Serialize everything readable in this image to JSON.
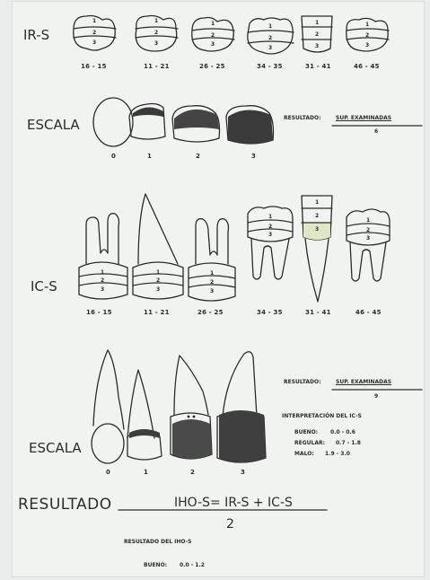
{
  "irs": {
    "title": "IR-S",
    "teeth": [
      {
        "label": "16 - 15",
        "sections": [
          "1",
          "2",
          "3"
        ]
      },
      {
        "label": "11 - 21",
        "sections": [
          "1",
          "2",
          "3"
        ]
      },
      {
        "label": "26 - 25",
        "sections": [
          "1",
          "2",
          "3"
        ]
      },
      {
        "label": "34 - 35",
        "sections": [
          "1",
          "2",
          "3"
        ]
      },
      {
        "label": "31 - 41",
        "sections": [
          "1",
          "2",
          "3"
        ]
      },
      {
        "label": "46 - 45",
        "sections": [
          "1",
          "2",
          "3"
        ]
      }
    ]
  },
  "escala1": {
    "title": "ESCALA",
    "grades": [
      "0",
      "1",
      "2",
      "3"
    ],
    "result_label": "RESULTADO:",
    "result_numerator": "SUP. EXAMINADAS",
    "result_denominator": "6"
  },
  "ics": {
    "title": "IC-S",
    "teeth": [
      {
        "label": "16 - 15",
        "sections": [
          "1",
          "2",
          "3"
        ]
      },
      {
        "label": "11 - 21",
        "sections": [
          "1",
          "2",
          "3"
        ]
      },
      {
        "label": "26 - 25",
        "sections": [
          "1",
          "2",
          "3"
        ]
      },
      {
        "label": "34 - 35",
        "sections": [
          "1",
          "2",
          "3"
        ]
      },
      {
        "label": "31 - 41",
        "sections": [
          "1",
          "2",
          "3"
        ]
      },
      {
        "label": "46 - 45",
        "sections": [
          "1",
          "2",
          "3"
        ]
      }
    ]
  },
  "escala2": {
    "title": "ESCALA",
    "grades": [
      "0",
      "1",
      "2",
      "3"
    ],
    "result_label": "RESULTADO:",
    "result_numerator": "SUP. EXAMINADAS",
    "result_denominator": "9",
    "interpretation_title": "INTERPRETACIÓN DEL IC-S",
    "ranges": [
      {
        "name": "BUENO:",
        "value": "0.0 - 0.6"
      },
      {
        "name": "REGULAR:",
        "value": "0.7 - 1.8"
      },
      {
        "name": "MALO:",
        "value": "1.9 - 3.0"
      }
    ]
  },
  "final": {
    "title": "RESULTADO",
    "formula": "IHO-S= IR-S + IC-S",
    "divisor": "2",
    "result_title": "RESULTADO DEL IHO-S",
    "good_label": "BUENO:",
    "good_value": "0.0 - 1.2"
  },
  "colors": {
    "ink": "#2b2b2b",
    "paper": "#f1f3f1",
    "highlight": "#dfe6c6"
  }
}
